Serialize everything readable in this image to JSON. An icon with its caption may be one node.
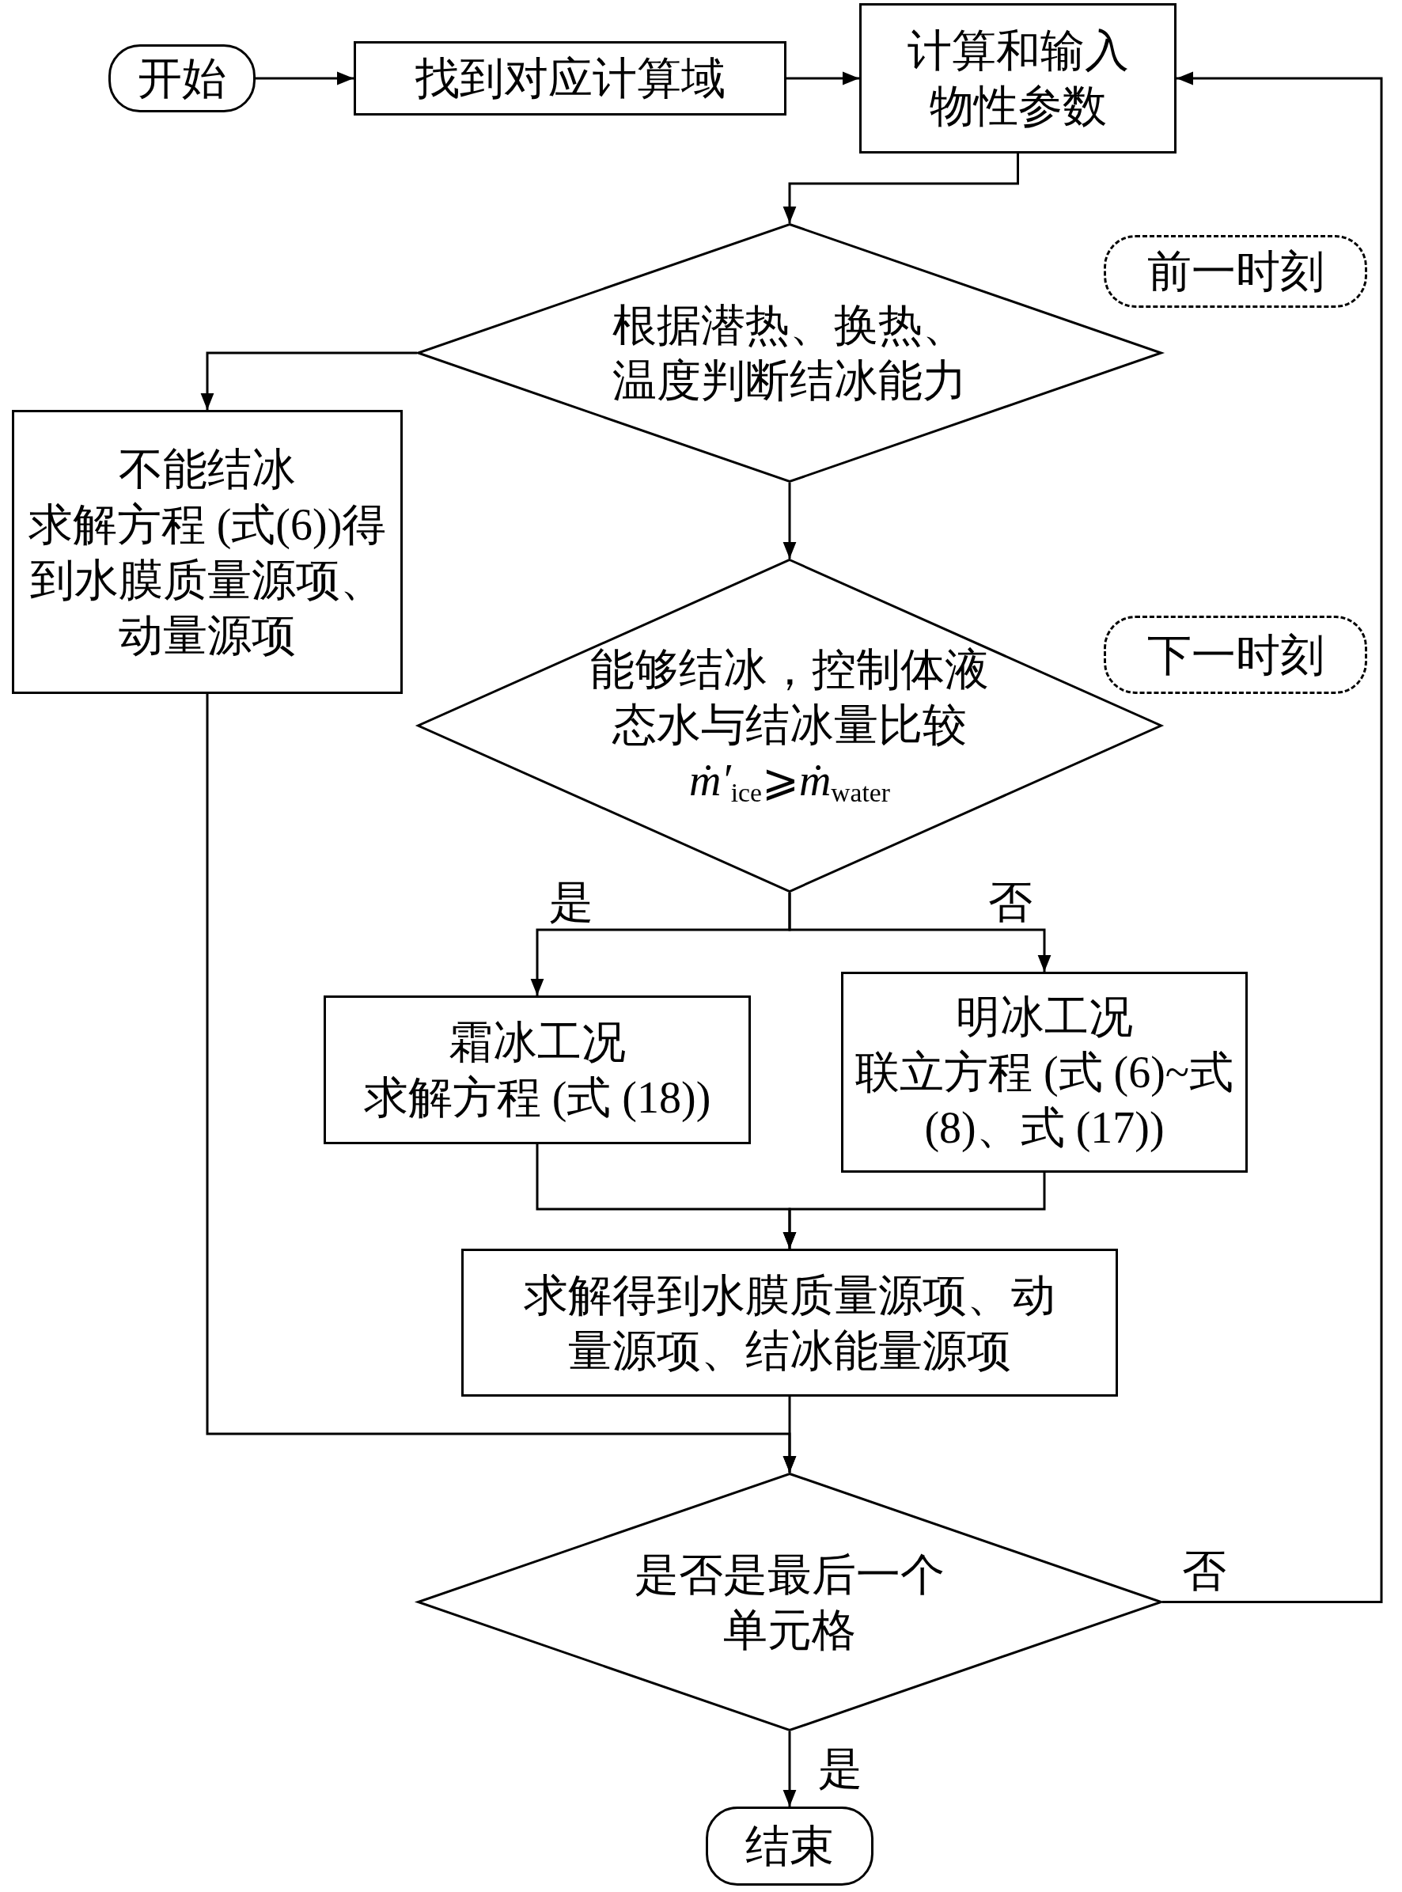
{
  "diagram": {
    "nodes": [
      {
        "text": [
          "开始"
        ]
      },
      {
        "text": [
          "找到对应计算域"
        ]
      },
      {
        "text": [
          "计算和输入物性参数"
        ]
      },
      {
        "text": [
          "根据潜热、换热、温度判断结冰能力"
        ]
      },
      {
        "text": [
          "不能结冰",
          "求解方程 (式(6))得到水膜质量源项、动量源项"
        ]
      },
      {
        "text": [
          "能够结冰，控制体液态水与结冰量比较",
          "*ṁ′*$_{ice}$⩾*ṁ*$_{water}$"
        ]
      },
      {
        "text": [
          "霜冰工况",
          "求解方程 (式 (18))"
        ]
      },
      {
        "text": [
          "明冰工况",
          "联立方程 (式 (6)~式 (8)、式 (17))"
        ]
      },
      {
        "text": [
          "求解得到水膜质量源项、动量源项、结冰能量源项"
        ]
      },
      {
        "text": [
          "是否是最后一个单元格"
        ]
      },
      {
        "text": [
          "结束"
        ]
      },
      {
        "text": [
          "前一时刻"
        ]
      },
      {
        "text": [
          "下一时刻"
        ]
      }
    ],
    "edges": [
      {
        "from": 0,
        "to": 1,
        "arrow": "to"
      },
      {
        "from": 1,
        "to": 2,
        "arrow": "to"
      },
      {
        "from": 2,
        "to": 3,
        "arrow": "to"
      },
      {
        "from": 3,
        "to": 4,
        "arrow": "to"
      },
      {
        "from": 3,
        "to": 5,
        "arrow": "to"
      },
      {
        "from": 5,
        "to": 6,
        "arrow": "to",
        "label": "是"
      },
      {
        "from": 5,
        "to": 7,
        "arrow": "to",
        "label": "否"
      },
      {
        "from": 6,
        "to": 8,
        "arrow": "to"
      },
      {
        "from": 7,
        "to": 8,
        "arrow": "to"
      },
      {
        "from": 4,
        "to": 9,
        "arrow": "to"
      },
      {
        "from": 8,
        "to": 9,
        "arrow": "to"
      },
      {
        "from": 9,
        "to": 10,
        "arrow": "to",
        "label": "是"
      },
      {
        "from": 9,
        "to": 2,
        "arrow": "to",
        "label": "否"
      }
    ]
  }
}
